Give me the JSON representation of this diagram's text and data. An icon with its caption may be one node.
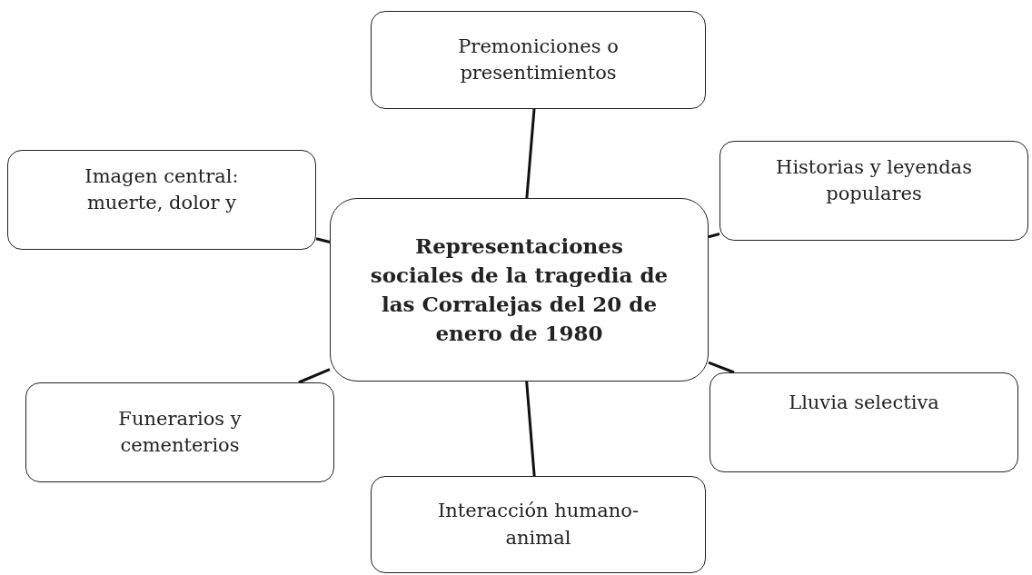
{
  "diagram": {
    "nodes": [
      {
        "text": [
          "Representaciones sociales de la tragedia de las Corralejas del 20 de enero de 1980"
        ]
      },
      {
        "text": [
          "Premoniciones o presentimientos"
        ]
      },
      {
        "text": [
          "Imagen central: muerte, dolor y"
        ]
      },
      {
        "text": [
          "Historias y leyendas populares"
        ]
      },
      {
        "text": [
          "Funerarios y cementerios"
        ]
      },
      {
        "text": [
          "Lluvia selectiva"
        ]
      },
      {
        "text": [
          "Interacción humano-animal"
        ]
      }
    ],
    "edges": [
      {
        "from": 0,
        "to": 1,
        "arrow": "none"
      },
      {
        "from": 0,
        "to": 2,
        "arrow": "none"
      },
      {
        "from": 0,
        "to": 3,
        "arrow": "none"
      },
      {
        "from": 0,
        "to": 4,
        "arrow": "none"
      },
      {
        "from": 0,
        "to": 5,
        "arrow": "none"
      },
      {
        "from": 0,
        "to": 6,
        "arrow": "none"
      }
    ]
  }
}
